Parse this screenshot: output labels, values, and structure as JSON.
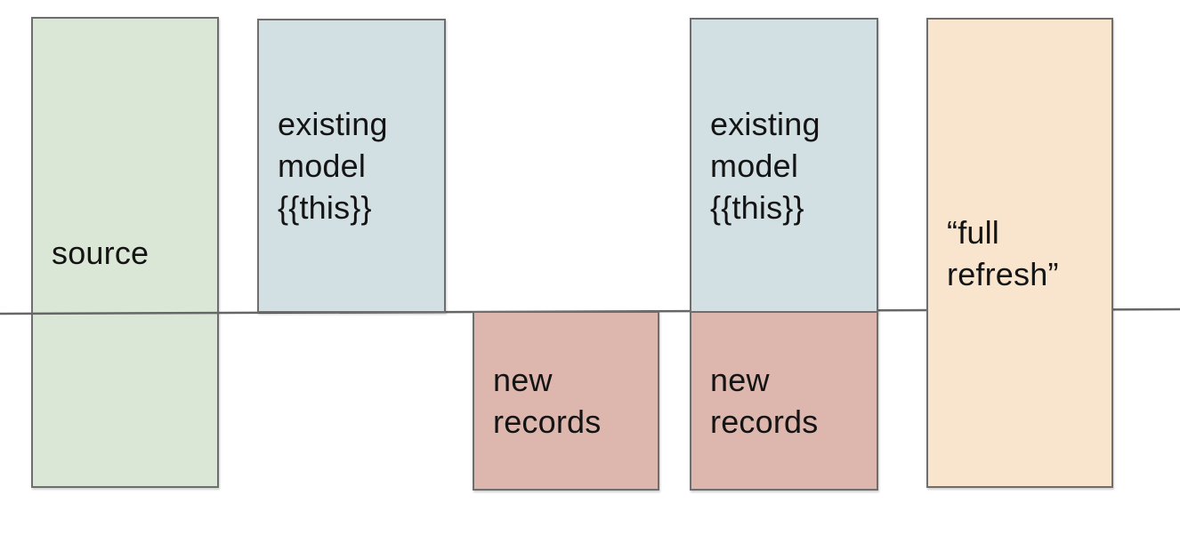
{
  "diagram": {
    "description": "incremental model diagram",
    "boxes": [
      {
        "name": "source",
        "label": "source",
        "fill": "#dbe7d6"
      },
      {
        "name": "existing-model-1",
        "label": "existing\nmodel\n{{this}}",
        "fill": "#d2dfe3"
      },
      {
        "name": "new-records-1",
        "label": "new\nrecords",
        "fill": "#ddb7ae"
      },
      {
        "name": "existing-model-2",
        "label": "existing\nmodel\n{{this}}",
        "fill": "#d2dfe3"
      },
      {
        "name": "new-records-2",
        "label": "new\nrecords",
        "fill": "#ddb7ae"
      },
      {
        "name": "full-refresh",
        "label": "“full\nrefresh”",
        "fill": "#f9e5cd"
      }
    ],
    "colors": {
      "border": "#6e6e6e",
      "cutoff_line": "#666666",
      "background": "#ffffff",
      "text": "#141414"
    }
  }
}
